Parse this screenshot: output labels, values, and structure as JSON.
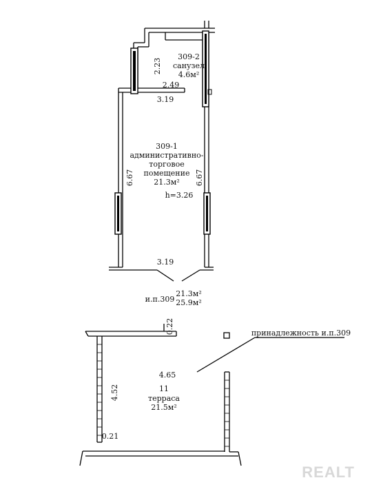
{
  "rooms": {
    "sanuzel": {
      "number": "309-2",
      "name": "санузел",
      "area": "4.6м²"
    },
    "office": {
      "number": "309-1",
      "name_line1": "административно-",
      "name_line2": "торговое",
      "name_line3": "помещение",
      "area": "21.3м²",
      "height": "h=3.26"
    },
    "terrace": {
      "number": "11",
      "name": "терраса",
      "area": "21.5м²"
    }
  },
  "dimensions": {
    "d223": "2.23",
    "d249": "2.49",
    "d319_top": "3.19",
    "d667_left": "6.67",
    "d667_right": "6.67",
    "d319_bottom": "3.19",
    "d022": "0.22",
    "d465": "4.65",
    "d452": "4.52",
    "d021": "0.21"
  },
  "unit": {
    "label": "и.п.309",
    "area1": "21.3м²",
    "area2": "25.9м²"
  },
  "callout": "принадлежность и.п.309",
  "watermark": "REALT"
}
